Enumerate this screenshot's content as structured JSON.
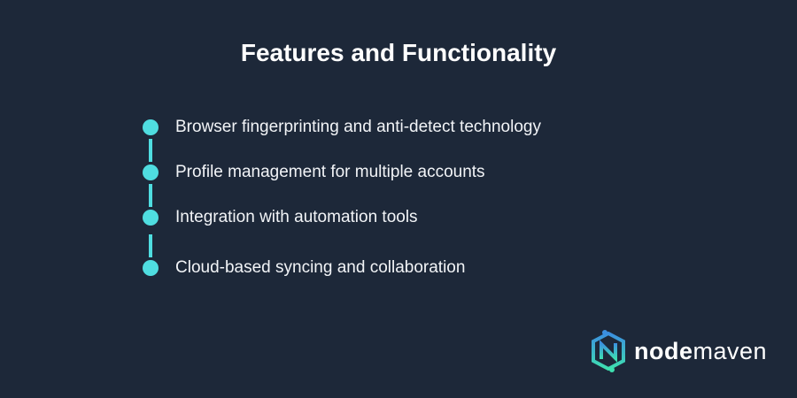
{
  "title": "Features and Functionality",
  "items": [
    "Browser fingerprinting and anti-detect technology",
    "Profile management for multiple accounts",
    "Integration with automation tools",
    "Cloud-based syncing and collaboration"
  ],
  "logo": {
    "bold": "node",
    "light": "maven"
  },
  "colors": {
    "background": "#1d2839",
    "accent": "#4fdde0"
  }
}
